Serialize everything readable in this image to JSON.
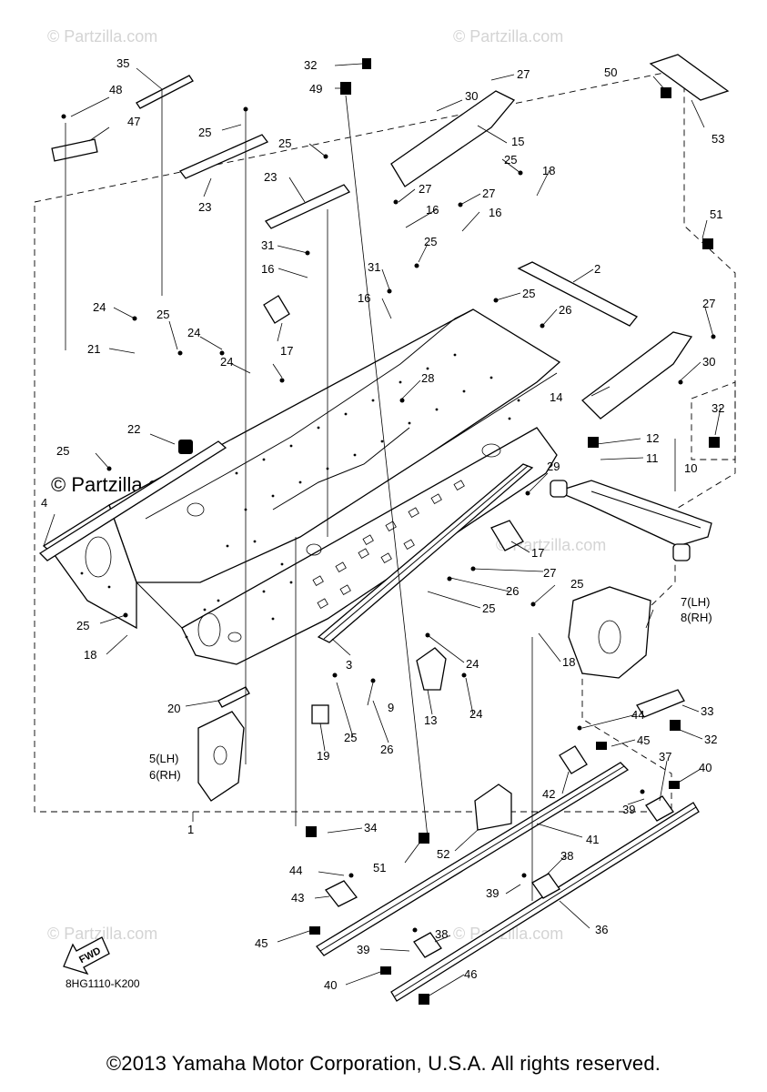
{
  "watermarks": {
    "partzilla": "© Partzilla.com",
    "partzilla_large": "© Partzilla.com"
  },
  "diagram_code": "8HG1110-K200",
  "fwd_label": "FWD",
  "copyright": "©2013 Yamaha Motor Corporation, U.S.A. All rights reserved.",
  "callouts": {
    "c35": "35",
    "c48": "48",
    "c47": "47",
    "c32a": "32",
    "c49": "49",
    "c27a": "27",
    "c30a": "30",
    "c50": "50",
    "c53": "53",
    "c15": "15",
    "c25a": "25",
    "c25b": "25",
    "c25c": "25",
    "c18a": "18",
    "c23a": "23",
    "c23b": "23",
    "c27b": "27",
    "c27c": "27",
    "c16a": "16",
    "c16b": "16",
    "c51a": "51",
    "c31a": "31",
    "c16c": "16",
    "c25d": "25",
    "c2": "2",
    "c31b": "31",
    "c16d": "16",
    "c25e": "25",
    "c27d": "27",
    "c24a": "24",
    "c25f": "25",
    "c24b": "24",
    "c26a": "26",
    "c17a": "17",
    "c21": "21",
    "c30b": "30",
    "c24c": "24",
    "c28": "28",
    "c14": "14",
    "c32b": "32",
    "c22": "22",
    "c12": "12",
    "c25g": "25",
    "c11": "11",
    "c10": "10",
    "c4": "4",
    "c29": "29",
    "c17b": "17",
    "c27e": "27",
    "c25h": "25",
    "c26b": "26",
    "c25i": "25",
    "c7lh": "7(LH)",
    "c8rh": "8(RH)",
    "c25j": "25",
    "c18b": "18",
    "c3": "3",
    "c24d": "24",
    "c18c": "18",
    "c20": "20",
    "c9": "9",
    "c13": "13",
    "c24e": "24",
    "c25k": "25",
    "c19": "19",
    "c26c": "26",
    "c44a": "44",
    "c45a": "45",
    "c33": "33",
    "c32c": "32",
    "c5lh": "5(LH)",
    "c6rh": "6(RH)",
    "c37": "37",
    "c42": "42",
    "c40a": "40",
    "c39a": "39",
    "c1": "1",
    "c34": "34",
    "c41": "41",
    "c51b": "51",
    "c52": "52",
    "c44b": "44",
    "c38a": "38",
    "c39b": "39",
    "c43": "43",
    "c36": "36",
    "c38b": "38",
    "c45b": "45",
    "c39c": "39",
    "c40b": "40",
    "c46": "46"
  }
}
